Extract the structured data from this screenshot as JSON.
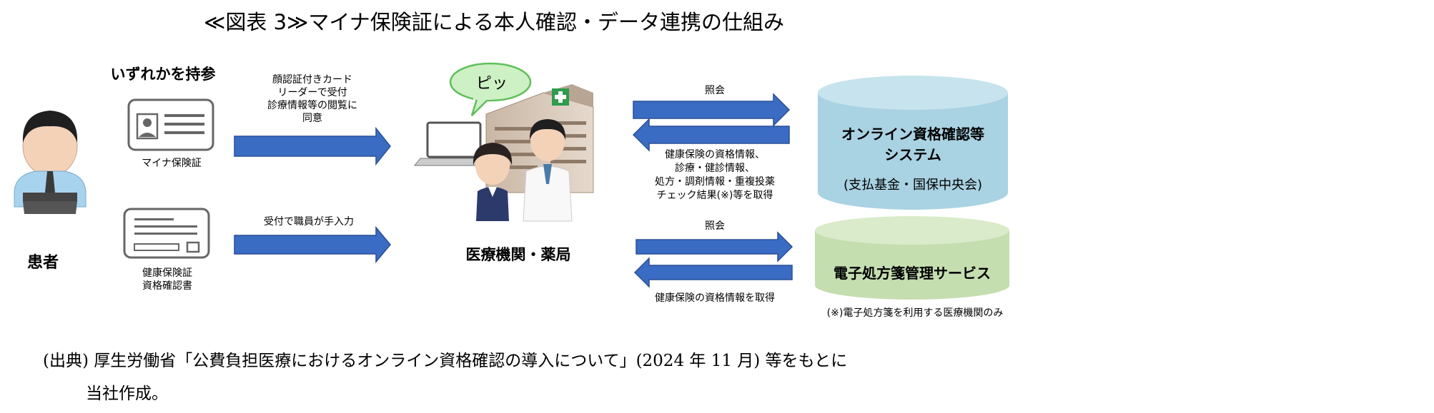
{
  "title": "≪図表 3≫マイナ保険証による本人確認・データ連携の仕組み",
  "patient": {
    "label": "患者",
    "bring_either": "いずれかを持参"
  },
  "cards": {
    "mynumber_card": "マイナ保険証",
    "insurance_card_line1": "健康保険証",
    "insurance_card_line2": "資格確認書"
  },
  "arrows_to_facility": {
    "face_auth_lines": [
      "顔認証付きカード",
      "リーダーで受付",
      "診療情報等の閲覧に",
      "同意"
    ],
    "manual_entry": "受付で職員が手入力"
  },
  "facility": {
    "beep": "ピッ",
    "label": "医療機関・薬局"
  },
  "online_system": {
    "inquiry": "照会",
    "returned_lines": [
      "健康保険の資格情報、",
      "診療・健診情報、",
      "処方・調剤情報・重複投薬",
      "チェック結果(※)等を取得"
    ],
    "name_line1": "オンライン資格確認等",
    "name_line2": "システム",
    "operator": "(支払基金・国保中央会)"
  },
  "eprescription": {
    "inquiry": "照会",
    "returned": "健康保険の資格情報を取得",
    "name": "電子処方箋管理サービス",
    "note": "(※)電子処方箋を利用する医療機関のみ"
  },
  "source": {
    "line1": "(出典) 厚生労働省「公費負担医療におけるオンライン資格確認の導入について」(2024 年 11 月) 等をもとに",
    "line2": "当社作成。"
  },
  "colors": {
    "arrow_blue": "#3b6cc4",
    "arrow_border": "#2a4f96",
    "cylinder_blue": "#a9d2e2",
    "cylinder_blue_top": "#c7e3ee",
    "cylinder_green": "#c5deb0",
    "cylinder_green_top": "#d9ebca",
    "bubble_green": "#cdf0c4",
    "bubble_border": "#5fbf5a"
  }
}
